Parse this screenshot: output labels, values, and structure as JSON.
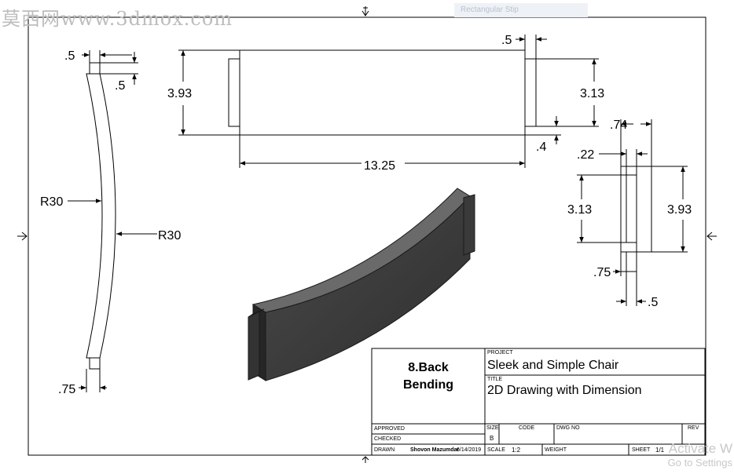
{
  "watermark": "莫西网www.3dmox.com",
  "ghost_tab": "Rectangular Stip",
  "dimensions": {
    "side_top_width": ".5",
    "side_top_offset": ".5",
    "side_bottom": ".75",
    "side_radius_left": "R30",
    "side_radius_right": "R30",
    "front_height": "3.93",
    "front_length": "13.25",
    "front_right_top": ".5",
    "front_right_height": "3.13",
    "front_right_bottom": ".4",
    "right_top_width": ".74",
    "right_inner_width": ".22",
    "right_inner_height": "3.13",
    "right_height": "3.93",
    "right_bottom_width": ".75",
    "right_bottom_gap": ".5"
  },
  "title_block": {
    "part_name_line1": "8.Back",
    "part_name_line2": "Bending",
    "project_label": "PROJECT",
    "project": "Sleek and Simple Chair",
    "title_label": "TITLE",
    "title": "2D Drawing with Dimension",
    "approved_label": "APPROVED",
    "checked_label": "CHECKED",
    "drawn_label": "DRAWN",
    "drawn_by": "Shovon Mazumdar",
    "drawn_date": "6/14/2019",
    "size_label": "SIZE",
    "size": "B",
    "code_label": "CODE",
    "dwg_label": "DWG NO",
    "rev_label": "REV",
    "scale_label": "SCALE",
    "scale": "1:2",
    "weight_label": "WEIGHT",
    "sheet_label": "SHEET",
    "sheet": "1/1"
  },
  "os_overlay": {
    "line1": "Activate W",
    "line2": "Go to Settings"
  },
  "colors": {
    "line": "#000000",
    "solid_front": "#3a3a3a",
    "solid_top": "#5e5e5e",
    "solid_side": "#2a2a2a"
  }
}
